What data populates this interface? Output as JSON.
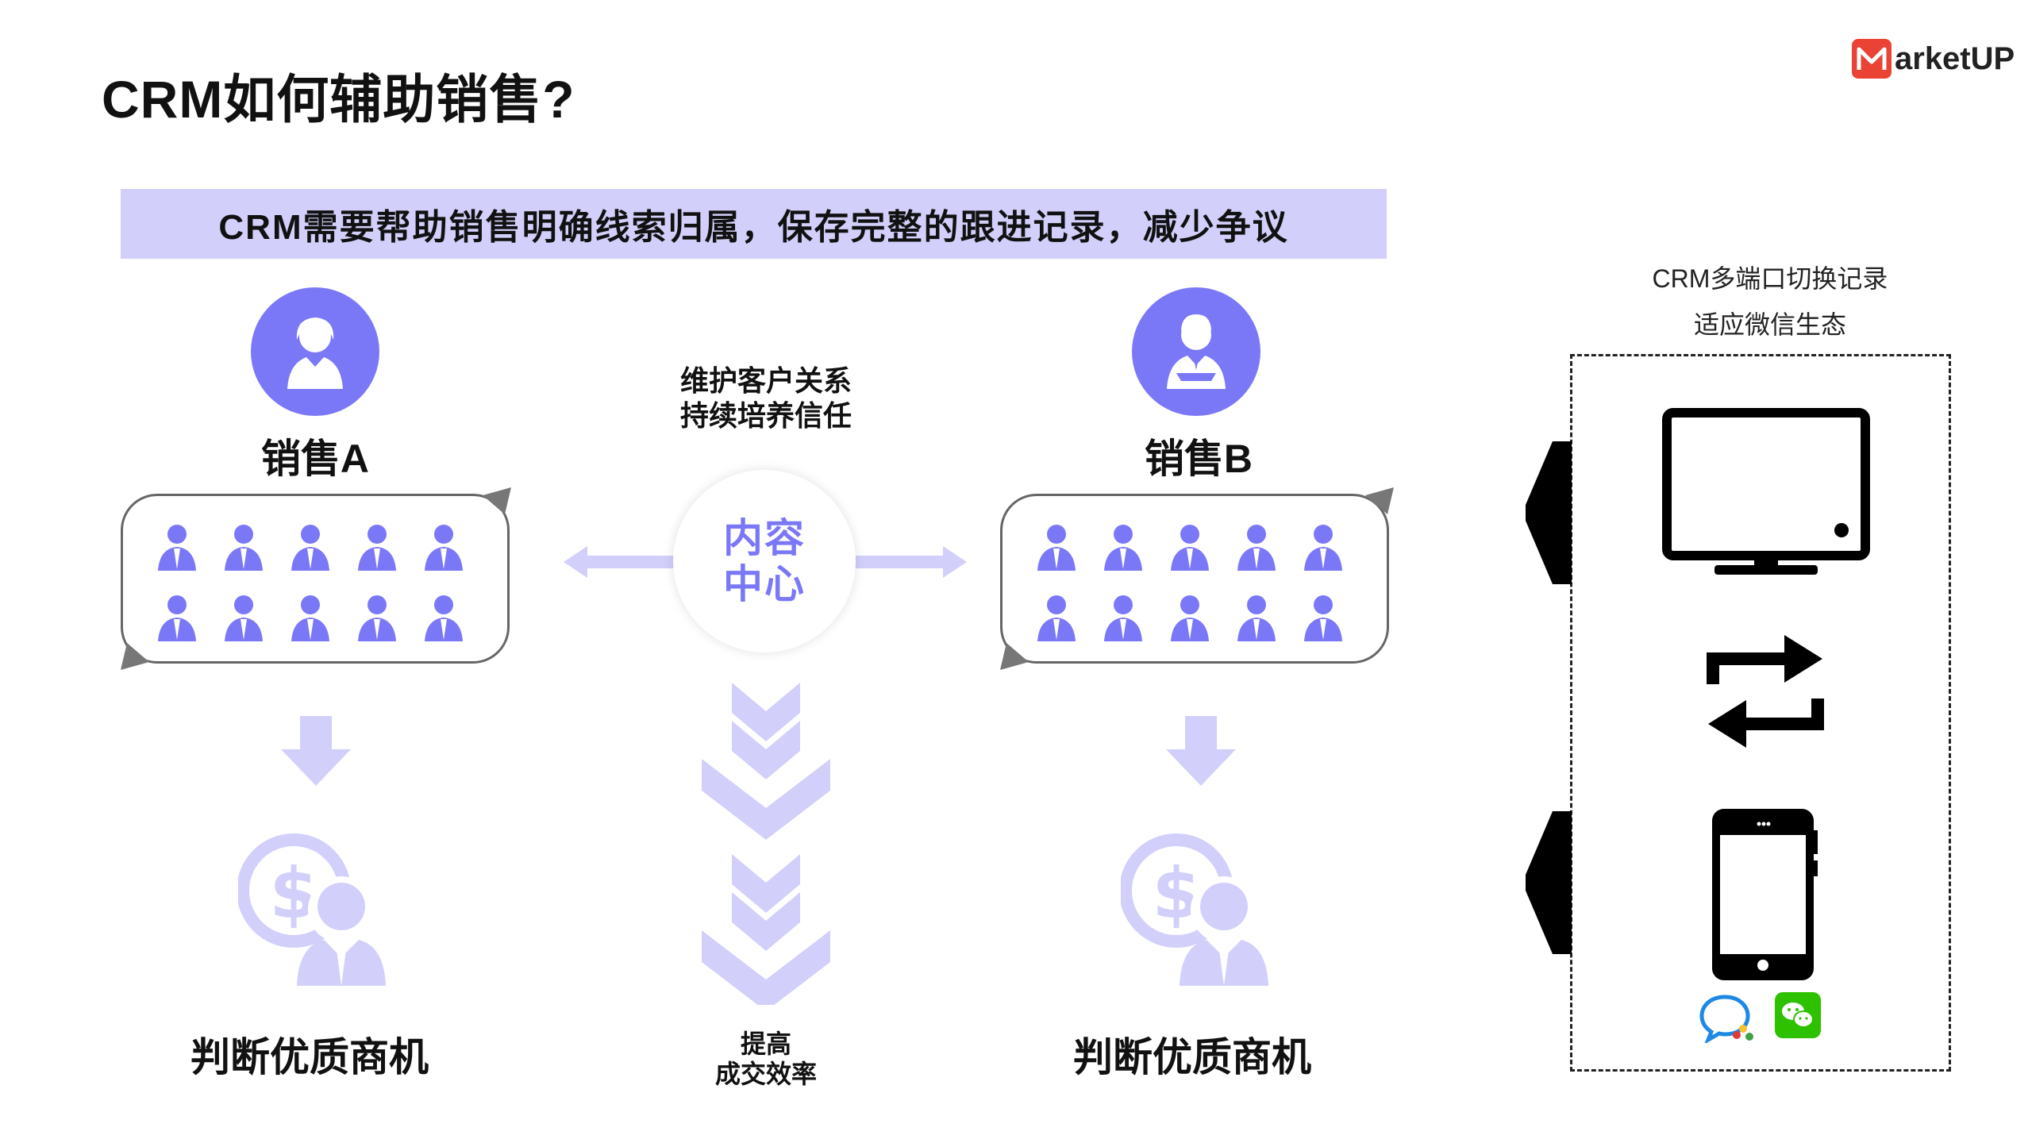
{
  "header": {
    "title": "CRM如何辅助销售?",
    "logo_mark": "M",
    "logo_text": "arketUP"
  },
  "banner": {
    "text": "CRM需要帮助销售明确线索归属，保存完整的跟进记录，减少争议"
  },
  "sales_a": {
    "label": "销售A",
    "result": "判断优质商机"
  },
  "sales_b": {
    "label": "销售B",
    "result": "判断优质商机"
  },
  "center": {
    "top_line1": "维护客户关系",
    "top_line2": "持续培养信任",
    "hub_line1": "内容",
    "hub_line2": "中心",
    "bottom_line1": "提高",
    "bottom_line2": "成交效率"
  },
  "devices": {
    "caption_line1": "CRM多端口切换记录",
    "caption_line2": "适应微信生态",
    "icons": [
      "monitor-icon",
      "sync-arrows-icon",
      "smartphone-icon",
      "qq-chat-icon",
      "wechat-icon"
    ]
  },
  "colors": {
    "accent": "#7b78f8",
    "light_accent": "#d2d0fb",
    "logo": "#ea4335",
    "wechat": "#2dc100"
  }
}
